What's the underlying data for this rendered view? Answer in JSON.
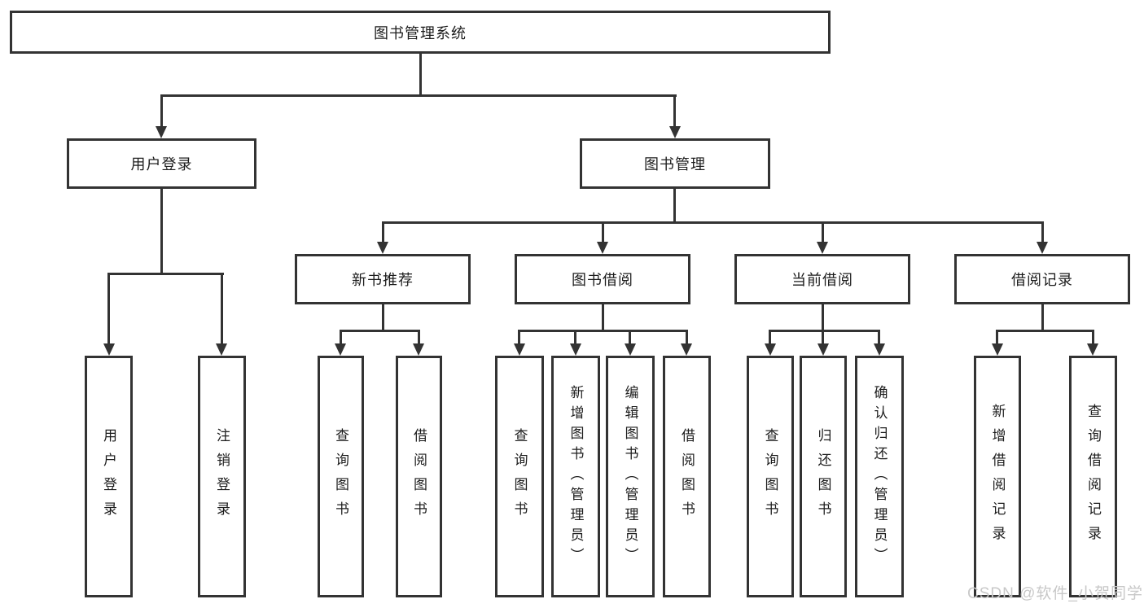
{
  "diagram": {
    "type": "tree",
    "title": "图书管理系统",
    "watermark": "CSDN @软件_小贺同学",
    "colors": {
      "line": "#333333",
      "text": "#1c1c1c",
      "background": "#ffffff",
      "watermark": "#c8c8c8"
    }
  },
  "nodes": {
    "root": {
      "label": "图书管理系统"
    },
    "userLogin": {
      "label": "用户登录"
    },
    "bookMgmt": {
      "label": "图书管理"
    },
    "newBookRec": {
      "label": "新书推荐"
    },
    "bookBorrow": {
      "label": "图书借阅"
    },
    "currentBorrow": {
      "label": "当前借阅"
    },
    "borrowRecords": {
      "label": "借阅记录"
    },
    "userLoginLeaf": {
      "label": "用户登录"
    },
    "logoutLeaf": {
      "label": "注销登录"
    },
    "queryBooksRec": {
      "label": "查询图书"
    },
    "borrowBooksRec": {
      "label": "借阅图书"
    },
    "queryBooksBorrow": {
      "label": "查询图书"
    },
    "addBooksAdmin": {
      "label": "新增图书（管理员）"
    },
    "editBooksAdmin": {
      "label": "编辑图书（管理员）"
    },
    "borrowBooksBorrow": {
      "label": "借阅图书"
    },
    "queryBooksCurrent": {
      "label": "查询图书"
    },
    "returnBooks": {
      "label": "归还图书"
    },
    "confirmReturnAdmin": {
      "label": "确认归还（管理员）"
    },
    "addBorrowRecord": {
      "label": "新增借阅记录"
    },
    "queryBorrowRecord": {
      "label": "查询借阅记录"
    }
  },
  "hierarchy": {
    "图书管理系统": {
      "用户登录": [
        "用户登录",
        "注销登录"
      ],
      "图书管理": {
        "新书推荐": [
          "查询图书",
          "借阅图书"
        ],
        "图书借阅": [
          "查询图书",
          "新增图书（管理员）",
          "编辑图书（管理员）",
          "借阅图书"
        ],
        "当前借阅": [
          "查询图书",
          "归还图书",
          "确认归还（管理员）"
        ],
        "借阅记录": [
          "新增借阅记录",
          "查询借阅记录"
        ]
      }
    }
  }
}
